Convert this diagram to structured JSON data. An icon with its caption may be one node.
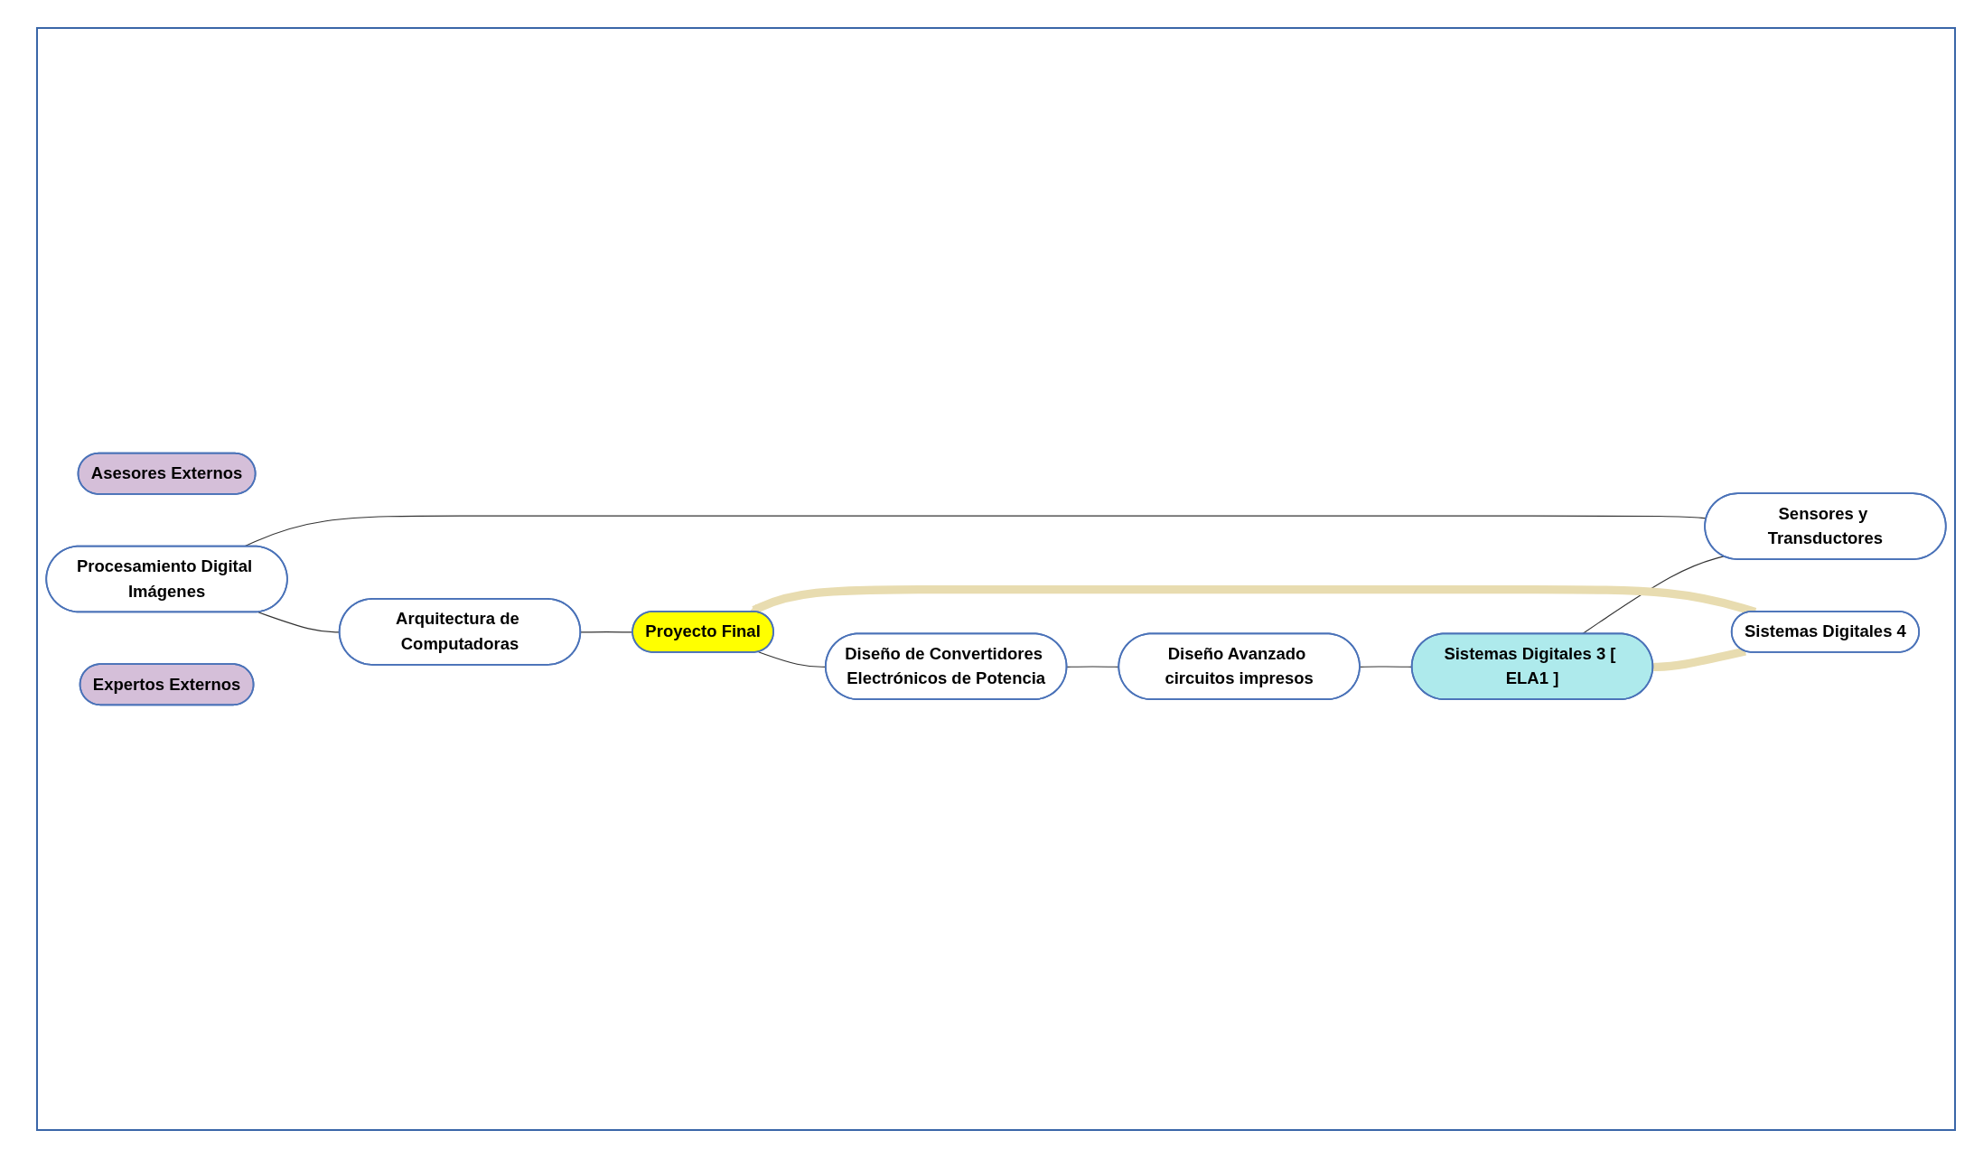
{
  "diagram": {
    "nodes": [
      {
        "text": [
          "Asesores Externos"
        ]
      },
      {
        "text": [
          "Procesamiento Digital Imágenes"
        ]
      },
      {
        "text": [
          "Sensores y Transductores"
        ]
      },
      {
        "text": [
          "Arquitectura de Computadoras"
        ]
      },
      {
        "text": [
          "Sistemas Digitales 3 [ ELA1 ]"
        ]
      },
      {
        "text": [
          "Sistemas Digitales 4"
        ]
      },
      {
        "text": [
          "Proyecto Final"
        ]
      },
      {
        "text": [
          "Diseño Avanzado circuitos impresos"
        ]
      },
      {
        "text": [
          "Diseño de Convertidores Electrónicos de Potencia"
        ]
      },
      {
        "text": [
          "Expertos Externos"
        ]
      }
    ],
    "edges": [
      {
        "from": 4,
        "to": 2,
        "arrow": "none"
      },
      {
        "from": 2,
        "to": 1,
        "arrow": "none"
      },
      {
        "from": 1,
        "to": 3,
        "arrow": "none"
      },
      {
        "from": 3,
        "to": 6,
        "arrow": "none"
      },
      {
        "from": 6,
        "to": 8,
        "arrow": "none"
      },
      {
        "from": 8,
        "to": 7,
        "arrow": "none"
      },
      {
        "from": 7,
        "to": 4,
        "arrow": "none"
      },
      {
        "from": 4,
        "to": 5,
        "arrow": "none",
        "style": "thick",
        "color": "#e8dcb0"
      },
      {
        "from": 5,
        "to": 6,
        "arrow": "to",
        "style": "thick",
        "color": "#e8dcb0"
      }
    ]
  }
}
